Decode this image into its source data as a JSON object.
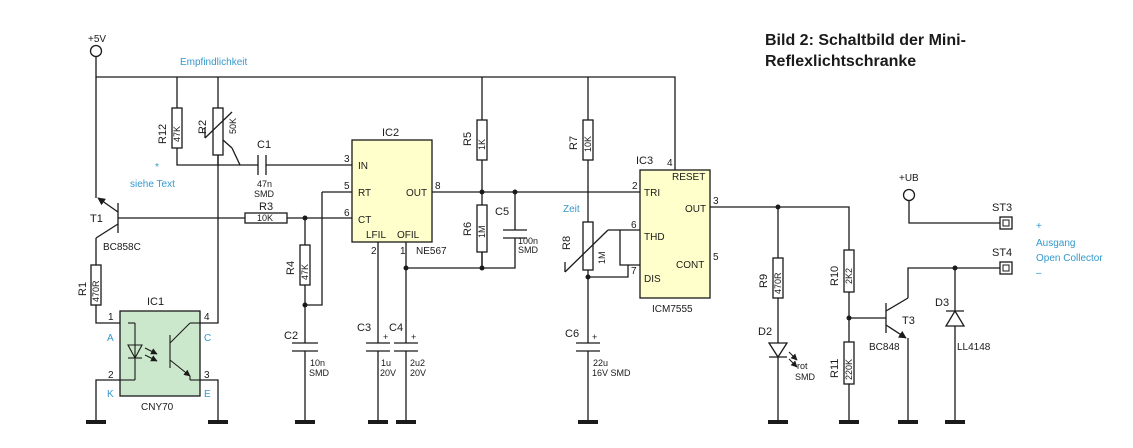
{
  "title": {
    "line1": "Bild 2: Schaltbild der Mini-",
    "line2": "Reflexlichtschranke"
  },
  "colors": {
    "annotation": "#3399cc",
    "ic_fill": "#ffffcc",
    "optocoupler_fill": "#cce8cc",
    "wire": "#1a1a1a"
  },
  "supply": {
    "vcc": "+5V",
    "ub": "+UB"
  },
  "annotations": {
    "empfindlichkeit": "Empfindlichkeit",
    "star": "*",
    "siehe_text": "siehe Text",
    "zeit": "Zeit",
    "plus": "+",
    "ausgang": "Ausgang",
    "open_collector": "Open Collector",
    "minus": "–"
  },
  "components": {
    "r1": {
      "ref": "R1",
      "value": "470R"
    },
    "r2": {
      "ref": "R2",
      "value": "50K"
    },
    "r3": {
      "ref": "R3",
      "value": "10K"
    },
    "r4": {
      "ref": "R4",
      "value": "47K"
    },
    "r5": {
      "ref": "R5",
      "value": "1K"
    },
    "r6": {
      "ref": "R6",
      "value": "1M"
    },
    "r7": {
      "ref": "R7",
      "value": "10K"
    },
    "r8": {
      "ref": "R8",
      "value": "1M"
    },
    "r9": {
      "ref": "R9",
      "value": "470R"
    },
    "r10": {
      "ref": "R10",
      "value": "2K2"
    },
    "r11": {
      "ref": "R11",
      "value": "220K"
    },
    "r12": {
      "ref": "R12",
      "value": "47K"
    },
    "c1": {
      "ref": "C1",
      "value": "47n",
      "note": "SMD"
    },
    "c2": {
      "ref": "C2",
      "value": "10n",
      "note": "SMD"
    },
    "c3": {
      "ref": "C3",
      "value": "1u",
      "note": "20V"
    },
    "c4": {
      "ref": "C4",
      "value": "2u2",
      "note": "20V"
    },
    "c5": {
      "ref": "C5",
      "value": "100n",
      "note": "SMD"
    },
    "c6": {
      "ref": "C6",
      "value": "22u",
      "note": "16V SMD"
    },
    "t1": {
      "ref": "T1",
      "type": "BC858C"
    },
    "t3": {
      "ref": "T3",
      "type": "BC848"
    },
    "d2": {
      "ref": "D2",
      "note1": "rot",
      "note2": "SMD"
    },
    "d3": {
      "ref": "D3",
      "type": "LL4148"
    },
    "st3": {
      "ref": "ST3"
    },
    "st4": {
      "ref": "ST4"
    }
  },
  "ic1": {
    "ref": "IC1",
    "type": "CNY70",
    "pins": {
      "p1": "1",
      "p2": "2",
      "p3": "3",
      "p4": "4"
    },
    "labels": {
      "a": "A",
      "k": "K",
      "c": "C",
      "e": "E"
    }
  },
  "ic2": {
    "ref": "IC2",
    "type": "NE567",
    "pins": {
      "in": "IN",
      "rt": "RT",
      "ct": "CT",
      "out": "OUT",
      "lfil": "LFIL",
      "ofil": "OFIL"
    },
    "pin_numbers": {
      "p1": "1",
      "p2": "2",
      "p3": "3",
      "p5": "5",
      "p6": "6",
      "p8": "8"
    }
  },
  "ic3": {
    "ref": "IC3",
    "type": "ICM7555",
    "pins": {
      "reset": "RESET",
      "tri": "TRI",
      "out": "OUT",
      "thd": "THD",
      "cont": "CONT",
      "dis": "DIS"
    },
    "pin_numbers": {
      "p2": "2",
      "p3": "3",
      "p4": "4",
      "p5": "5",
      "p6": "6",
      "p7": "7"
    }
  }
}
